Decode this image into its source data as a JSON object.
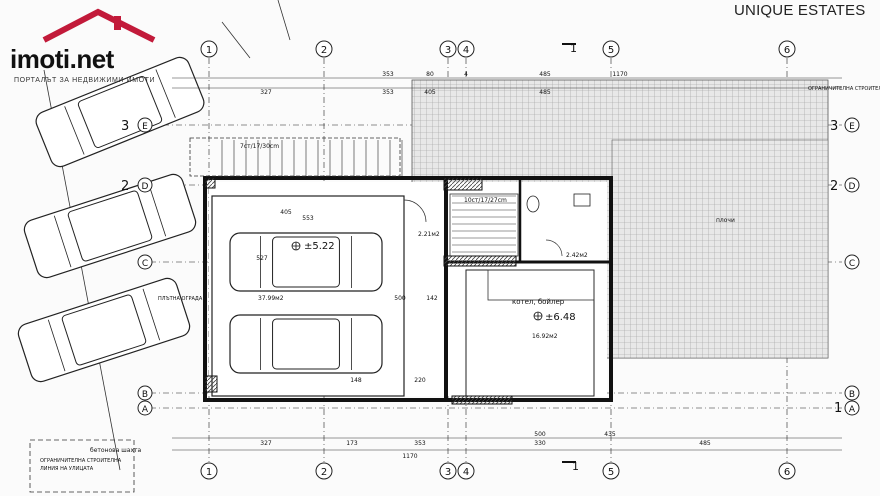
{
  "brand": {
    "logo_text": "imoti.net",
    "tagline": "ПОРТАЛЪТ ЗА НЕДВИЖИМИ ИМОТИ",
    "brand_color": "#c21a3a"
  },
  "watermark": "UNIQUE ESTATES",
  "plan": {
    "axes_top": [
      "1",
      "2",
      "3",
      "4",
      "5",
      "6"
    ],
    "axes_bottom": [
      "1",
      "2",
      "3",
      "4",
      "5",
      "6"
    ],
    "axes_left": [
      "E",
      "D",
      "C",
      "B",
      "A"
    ],
    "axes_right": [
      "E",
      "D",
      "C",
      "B",
      "A"
    ],
    "left_index": [
      "3",
      "2"
    ],
    "right_index": [
      "3",
      "2",
      "1"
    ],
    "section_marks": [
      "1",
      "1"
    ],
    "top_dims": [
      "80",
      "1170",
      "353",
      "485",
      "4"
    ],
    "top_dims_row2": [
      "327",
      "353",
      "405",
      "485"
    ],
    "bottom_dims": [
      "327",
      "173",
      "353",
      "330",
      "485"
    ],
    "bottom_dims_row2": [
      "500",
      "435"
    ],
    "bottom_total": "1170",
    "garage_label": "±5.22",
    "garage_area": "37.99м2",
    "hall_label": "±6.48",
    "hall_area": "16.92м2",
    "wc_label": "2.42м2",
    "stair_label": "2.21м2",
    "stair_note": "10ст/17/27cm",
    "room_note": "котел, бойлер",
    "garage_dims": [
      "405",
      "553",
      "527",
      "500",
      "148",
      "220",
      "142"
    ],
    "terrace_note": "плочи",
    "right_notes": [
      "ОГРАНИЧИТЕЛНА СТРОИТЕЛНА ЛИНИЯ"
    ],
    "left_notes": [
      "ПЛЪТНА ОГРАДА"
    ],
    "bottom_left_note": [
      "ОГРАНИЧИТЕЛНА СТРОИТЕЛНА",
      "ЛИНИЯ НА УЛИЦАТА"
    ],
    "bottom_shaft": "бетонова шахта",
    "stair_top_note": "7ст/17/30cm"
  },
  "colors": {
    "line": "#1a1a1a",
    "hatch": "#555555",
    "paper": "#fbfbfb"
  }
}
